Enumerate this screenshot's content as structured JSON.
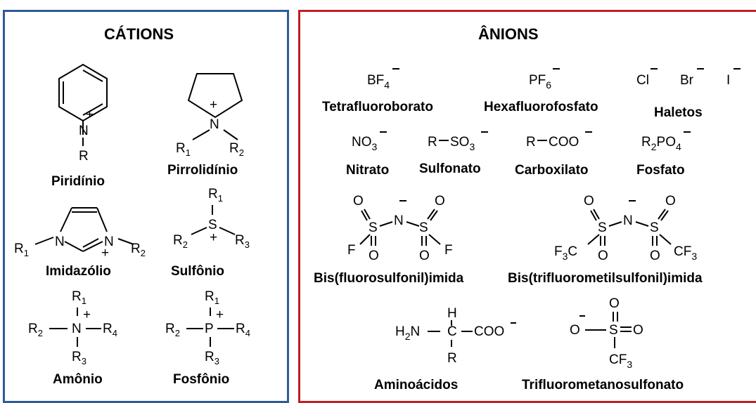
{
  "cations": {
    "title": "CÁTIONS",
    "labels": {
      "piridinio": "Piridínio",
      "pirrolidinio": "Pirrolidínio",
      "imidazolio": "Imidazólio",
      "sulfonio": "Sulfônio",
      "amonio": "Amônio",
      "fosfonio": "Fosfônio"
    }
  },
  "anions": {
    "title": "ÂNIONS",
    "labels": {
      "tetrafluoroborato": "Tetrafluoroborato",
      "hexafluorofosfato": "Hexafluorofosfato",
      "haletos": "Haletos",
      "nitrato": "Nitrato",
      "sulfonato": "Sulfonato",
      "carboxilato": "Carboxilato",
      "fosfato": "Fosfato",
      "fsi": "Bis(fluorosulfonil)imida",
      "tfsi": "Bis(trifluorometilsulfonil)imida",
      "aminoacidos": "Aminoácidos",
      "triflato": "Trifluorometanosulfonato"
    }
  },
  "colors": {
    "cations_border": "#2e5b9a",
    "anions_border": "#c01f24"
  }
}
